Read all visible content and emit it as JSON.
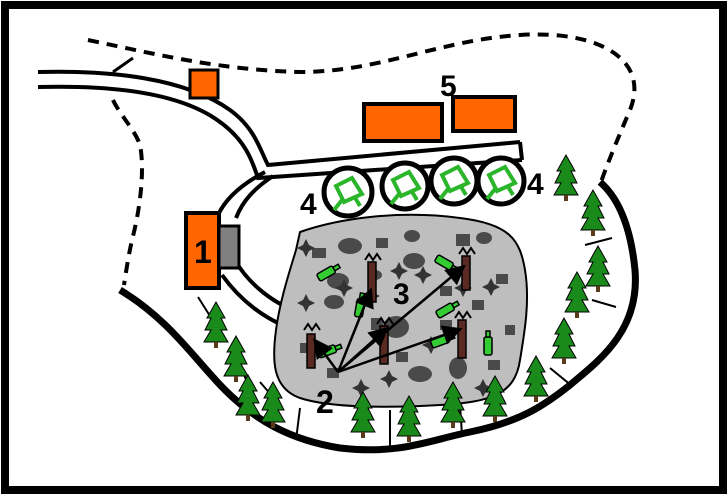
{
  "labels": {
    "one": "1",
    "two": "2",
    "three": "3",
    "four_left": "4",
    "four_right": "4",
    "five": "5"
  },
  "colors": {
    "frame": "#000000",
    "building": "#ff6600",
    "gate": "#808080",
    "arena": "#bebebe",
    "rock": "#4a4a4a",
    "tree": "#1a8a1a",
    "bottle": "#33cc33",
    "pillar": "#5a2a22"
  },
  "icons": {
    "parking_building": "orange-rectangle",
    "tree": "pine-tree-icon",
    "bottle": "bottle-icon",
    "target": "mortar-icon",
    "pillar": "torch-pillar-icon"
  }
}
